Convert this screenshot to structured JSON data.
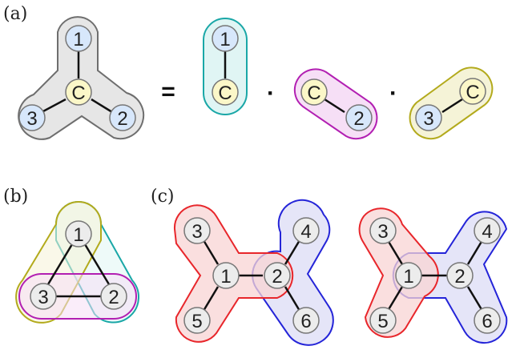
{
  "panels": {
    "a": {
      "label": "(a)"
    },
    "b": {
      "label": "(b)"
    },
    "c": {
      "label": "(c)"
    }
  },
  "operators": {
    "equals": "=",
    "product": "·"
  },
  "nodes": {
    "center": "C",
    "n1": "1",
    "n2": "2",
    "n3": "3",
    "n4": "4",
    "n5": "5",
    "n6": "6"
  },
  "colors": {
    "gray_outline": "#6e6e6e",
    "gray_fill": "#e6e6e6",
    "teal": "#1aa7a7",
    "magenta": "#b21fb2",
    "olive": "#b3aa1c",
    "red": "#e8262b",
    "blue": "#2424d8",
    "node_blue_fill": "#d7e7fb",
    "node_yellow_fill": "#fbf7c8",
    "node_gray_fill": "#ececec"
  }
}
